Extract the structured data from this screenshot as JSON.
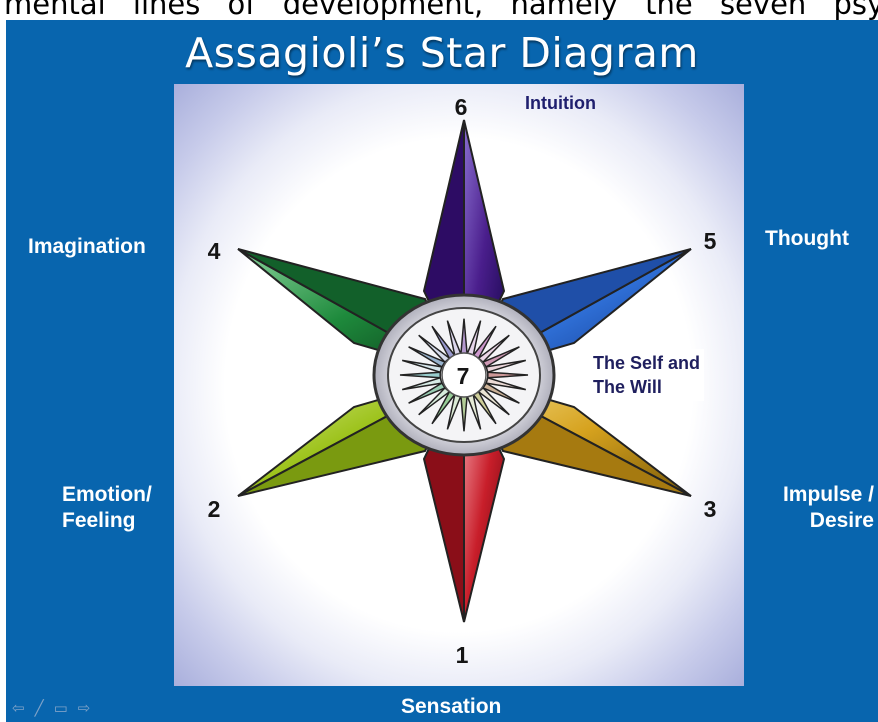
{
  "caption": "mental lines of development, namely the seven psychological",
  "slide": {
    "title": "Assagioli’s Star Diagram",
    "background": "#0865ae"
  },
  "labels": {
    "intuition": "Intuition",
    "imagination": "Imagination",
    "thought": "Thought",
    "emotion_line1": "Emotion/",
    "emotion_line2": "Feeling",
    "impulse_line1": "Impulse /",
    "impulse_line2": "Desire",
    "sensation": "Sensation",
    "self_line1": "The Self and",
    "self_line2": "The Will"
  },
  "points": {
    "p1": "1",
    "p2": "2",
    "p3": "3",
    "p4": "4",
    "p5": "5",
    "p6": "6",
    "p7": "7"
  },
  "star_colors": {
    "top": "#4a1e8c",
    "upper_right": "#2f6fd6",
    "lower_right": "#d6a21e",
    "bottom": "#c81e2a",
    "lower_left": "#9cc21a",
    "upper_left": "#1e8a3c"
  },
  "nav_icons": [
    "arrow-left-icon",
    "pen-icon",
    "menu-icon",
    "arrow-right-icon"
  ]
}
